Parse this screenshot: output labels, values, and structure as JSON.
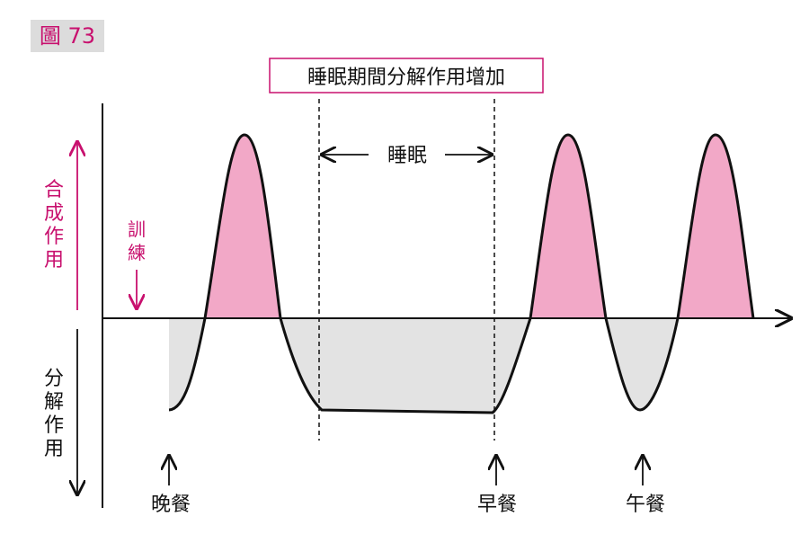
{
  "figure_label": "圖 73",
  "top_label": "睡眠期間分解作用增加",
  "sleep_label": "睡眠",
  "anabolic_label": [
    "合",
    "成",
    "作",
    "用"
  ],
  "catabolic_label": [
    "分",
    "解",
    "作",
    "用"
  ],
  "training_label": [
    "訓",
    "練"
  ],
  "meal_labels": [
    "晚餐",
    "早餐",
    "午餐"
  ],
  "colors": {
    "accent": "#c8106e",
    "anabolic_fill": "#f2a8c7",
    "catabolic_fill": "#e3e3e3",
    "line": "#111111"
  }
}
